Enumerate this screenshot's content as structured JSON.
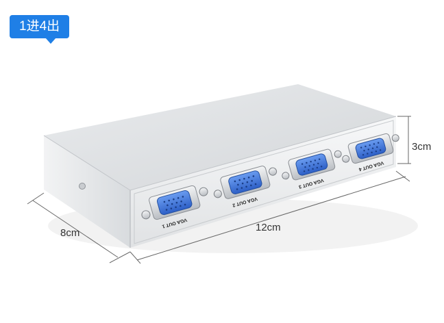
{
  "badge": {
    "label": "1进4出"
  },
  "dimensions": {
    "height": "3cm",
    "depth": "8cm",
    "width": "12cm"
  },
  "ports": [
    {
      "label": "VGA OUT 1"
    },
    {
      "label": "VGA OUT 2"
    },
    {
      "label": "VGA OUT 3"
    },
    {
      "label": "VGA OUT 4"
    }
  ],
  "colors": {
    "badge": "#1f7fe6",
    "connector_blue": "#3f73d8",
    "housing_silver": "#e6e8ea"
  }
}
